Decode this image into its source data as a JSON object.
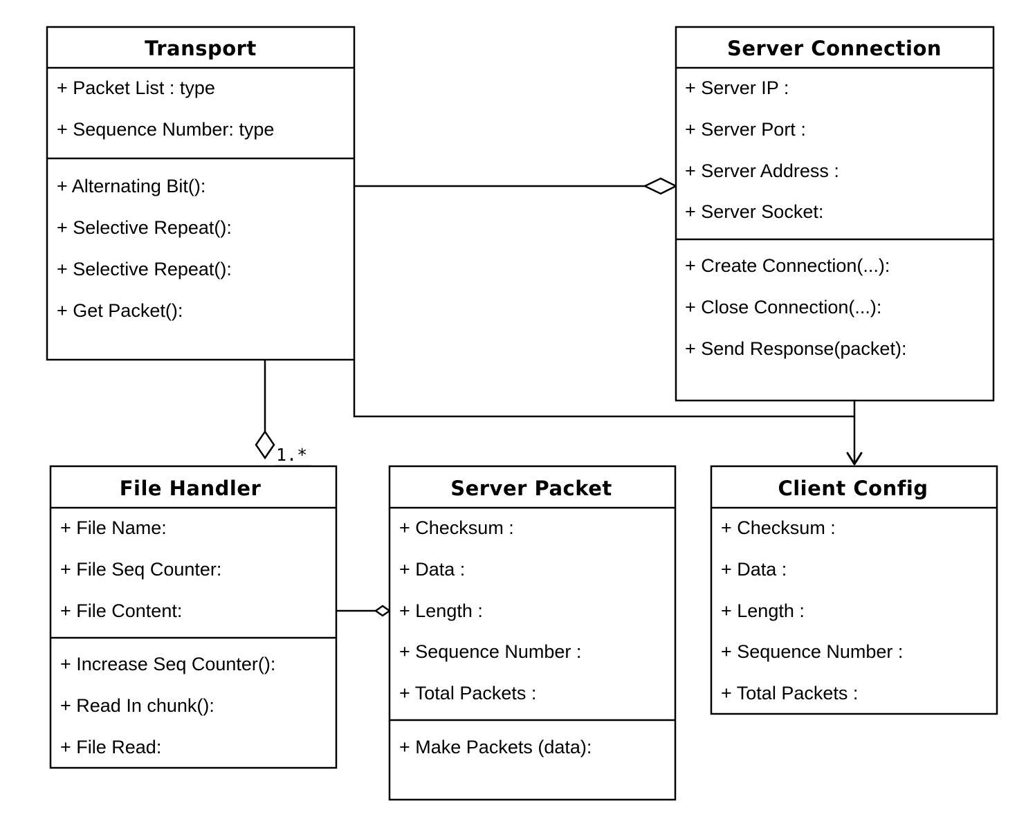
{
  "classes": {
    "transport": {
      "name": "Transport",
      "attributes": [
        "+ Packet List : type",
        "+ Sequence Number: type"
      ],
      "methods": [
        "+ Alternating Bit():",
        "+ Selective Repeat():",
        "+ Selective Repeat():",
        "+ Get Packet():"
      ]
    },
    "server_connection": {
      "name": "Server Connection",
      "attributes": [
        "+ Server IP :",
        "+ Server Port :",
        "+ Server Address :",
        "+ Server Socket:"
      ],
      "methods": [
        "+ Create Connection(...):",
        "+ Close Connection(...):",
        "+ Send Response(packet):"
      ]
    },
    "file_handler": {
      "name": "File Handler",
      "attributes": [
        "+ File Name:",
        "+ File Seq Counter:",
        "+ File Content:"
      ],
      "methods": [
        "+ Increase Seq Counter():",
        "+ Read In chunk():",
        "+ File Read:"
      ]
    },
    "server_packet": {
      "name": "Server Packet",
      "attributes": [
        "+ Checksum :",
        "+ Data :",
        "+ Length :",
        "+ Sequence Number :",
        "+ Total Packets :"
      ],
      "methods": [
        "+ Make Packets (data):"
      ]
    },
    "client_config": {
      "name": "Client Config",
      "attributes": [
        "+ Checksum :",
        "+ Data :",
        "+ Length :",
        "+ Sequence Number :",
        "+ Total Packets :"
      ],
      "methods": []
    }
  },
  "relations": {
    "transport_to_file_handler": {
      "kind": "aggregation",
      "multiplicity": "1.*"
    },
    "transport_to_server_connection": {
      "kind": "aggregation"
    },
    "file_handler_to_server_packet": {
      "kind": "aggregation"
    },
    "transport_to_client_config": {
      "kind": "association"
    },
    "server_connection_to_client_config": {
      "kind": "association"
    }
  }
}
